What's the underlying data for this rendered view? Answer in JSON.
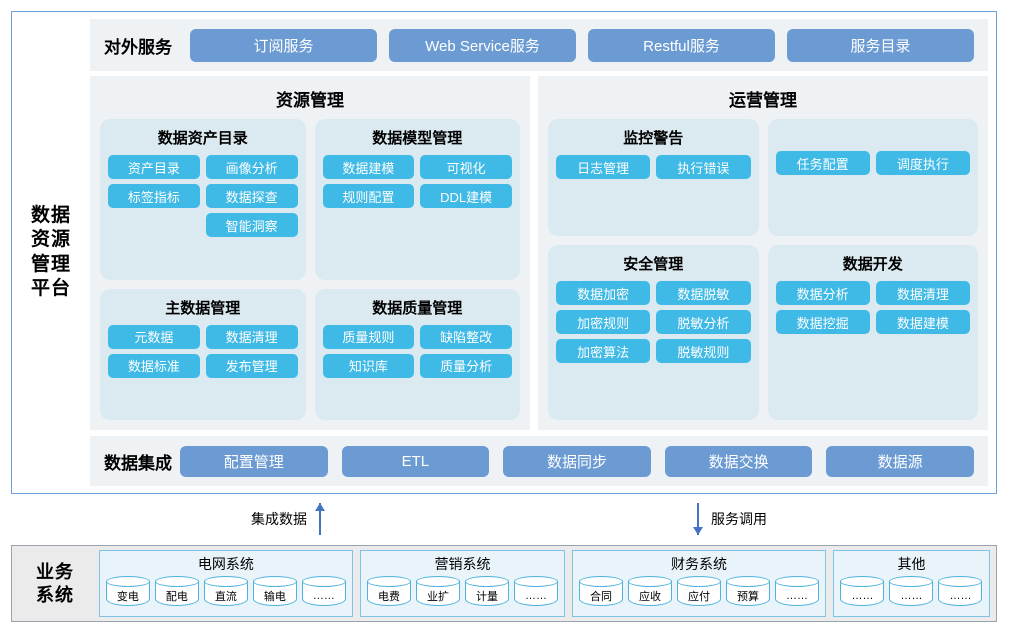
{
  "platform": {
    "label": "数据\n资源\n管理\n平台",
    "label_lines": [
      "数据",
      "资源",
      "管理",
      "平台"
    ],
    "external_services": {
      "title": "对外服务",
      "buttons": [
        "订阅服务",
        "Web Service服务",
        "Restful服务",
        "服务目录"
      ]
    },
    "domains": [
      {
        "title": "资源管理",
        "cards": [
          {
            "title": "数据资产目录",
            "tags": [
              "资产目录",
              "画像分析",
              "标签指标",
              "数据探查",
              "",
              "智能洞察"
            ]
          },
          {
            "title": "数据模型管理",
            "tags": [
              "数据建模",
              "可视化",
              "规则配置",
              "DDL建模"
            ]
          },
          {
            "title": "主数据管理",
            "tags": [
              "元数据",
              "数据清理",
              "数据标准",
              "发布管理"
            ]
          },
          {
            "title": "数据质量管理",
            "tags": [
              "质量规则",
              "缺陷整改",
              "知识库",
              "质量分析"
            ]
          }
        ]
      },
      {
        "title": "运营管理",
        "cards": [
          {
            "title": "监控警告",
            "tags": [
              "日志管理",
              "执行错误"
            ]
          },
          {
            "title": "",
            "tags": [
              "任务配置",
              "调度执行"
            ]
          },
          {
            "title": "安全管理",
            "tags": [
              "数据加密",
              "数据脱敏",
              "加密规则",
              "脱敏分析",
              "加密算法",
              "脱敏规则"
            ]
          },
          {
            "title": "数据开发",
            "tags": [
              "数据分析",
              "数据清理",
              "数据挖掘",
              "数据建模"
            ]
          }
        ]
      }
    ],
    "data_integration": {
      "title": "数据集成",
      "buttons": [
        "配置管理",
        "ETL",
        "数据同步",
        "数据交换",
        "数据源"
      ]
    }
  },
  "connectors": [
    {
      "label": "集成数据",
      "direction": "up"
    },
    {
      "label": "服务调用",
      "direction": "down"
    }
  ],
  "business_systems": {
    "label_lines": [
      "业务",
      "系统"
    ],
    "groups": [
      {
        "title": "电网系统",
        "items": [
          "变电",
          "配电",
          "直流",
          "输电",
          "……"
        ]
      },
      {
        "title": "营销系统",
        "items": [
          "电费",
          "业扩",
          "计量",
          "……"
        ]
      },
      {
        "title": "财务系统",
        "items": [
          "合同",
          "应收",
          "应付",
          "预算",
          "……"
        ]
      },
      {
        "title": "其他",
        "items": [
          "……",
          "……",
          "……"
        ]
      }
    ]
  },
  "colors": {
    "frame_blue": "#6f9fd8",
    "strip_gray": "#eef2f5",
    "card_blue": "#dbeaf1",
    "tag_cyan": "#3fb9e5",
    "button_blue": "#6b9bd2",
    "arrow_blue": "#4472c4",
    "biz_gray": "#ebebeb",
    "biz_border": "#7fc4e8"
  }
}
